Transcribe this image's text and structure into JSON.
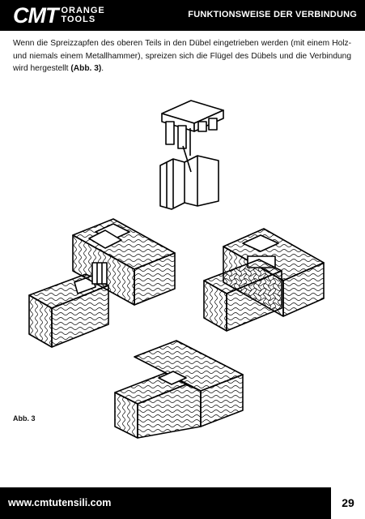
{
  "header": {
    "logo_main": "CMT",
    "logo_line1": "ORANGE",
    "logo_line2": "TOOLS",
    "title": "FUNKTIONSWEISE DER VERBINDUNG"
  },
  "body": {
    "paragraph": "Wenn die Spreizzapfen des oberen Teils in den Dübel eingetrieben werden (mit einem Holz- und niemals einem Metallhammer), spreizen sich die Flügel des Dübels und die Verbindung wird hergestellt",
    "ref": "(Abb. 3)",
    "end": "."
  },
  "figure": {
    "caption": "Abb. 3"
  },
  "footer": {
    "url": "www.cmtutensili.com",
    "page_number": "29"
  },
  "colors": {
    "bar": "#000000",
    "text": "#111111"
  }
}
